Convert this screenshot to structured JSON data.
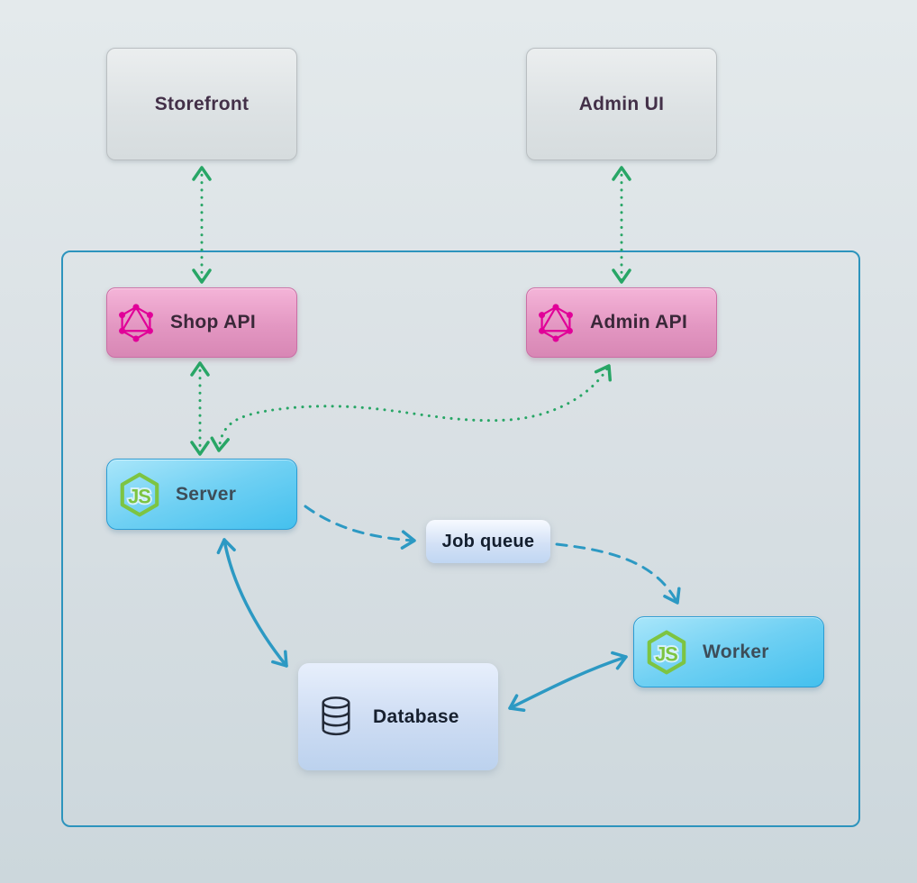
{
  "diagram": {
    "nodes": {
      "storefront": {
        "label": "Storefront",
        "type": "client"
      },
      "admin_ui": {
        "label": "Admin UI",
        "type": "client"
      },
      "shop_api": {
        "label": "Shop API",
        "type": "graphql-api",
        "icon": "graphql-icon"
      },
      "admin_api": {
        "label": "Admin API",
        "type": "graphql-api",
        "icon": "graphql-icon"
      },
      "server": {
        "label": "Server",
        "type": "nodejs-service",
        "icon": "nodejs-icon"
      },
      "job_queue": {
        "label": "Job queue",
        "type": "queue"
      },
      "worker": {
        "label": "Worker",
        "type": "nodejs-service",
        "icon": "nodejs-icon"
      },
      "database": {
        "label": "Database",
        "type": "datastore",
        "icon": "database-icon"
      }
    },
    "edges": [
      {
        "from": "storefront",
        "to": "shop_api",
        "style": "dotted",
        "color": "green",
        "bidirectional": true
      },
      {
        "from": "admin_ui",
        "to": "admin_api",
        "style": "dotted",
        "color": "green",
        "bidirectional": true
      },
      {
        "from": "shop_api",
        "to": "server",
        "style": "dotted",
        "color": "green",
        "bidirectional": true
      },
      {
        "from": "server",
        "to": "admin_api",
        "style": "dotted",
        "color": "green",
        "bidirectional": true
      },
      {
        "from": "server",
        "to": "job_queue",
        "style": "dashed",
        "color": "blue",
        "bidirectional": false
      },
      {
        "from": "job_queue",
        "to": "worker",
        "style": "dashed",
        "color": "blue",
        "bidirectional": false
      },
      {
        "from": "server",
        "to": "database",
        "style": "solid",
        "color": "blue",
        "bidirectional": true
      },
      {
        "from": "worker",
        "to": "database",
        "style": "solid",
        "color": "blue",
        "bidirectional": true
      }
    ],
    "colors": {
      "green_arrow": "#28a666",
      "blue_arrow": "#2c99c3",
      "group_border": "#2d94bd",
      "graphql_pink": "#e10098",
      "nodejs_green": "#7dc442",
      "client_fill": "#dde2e4",
      "api_fill": "#e397c2",
      "service_fill": "#6fd0f3",
      "queue_fill": "#d3e1f6",
      "database_fill": "#cddcf3"
    }
  }
}
